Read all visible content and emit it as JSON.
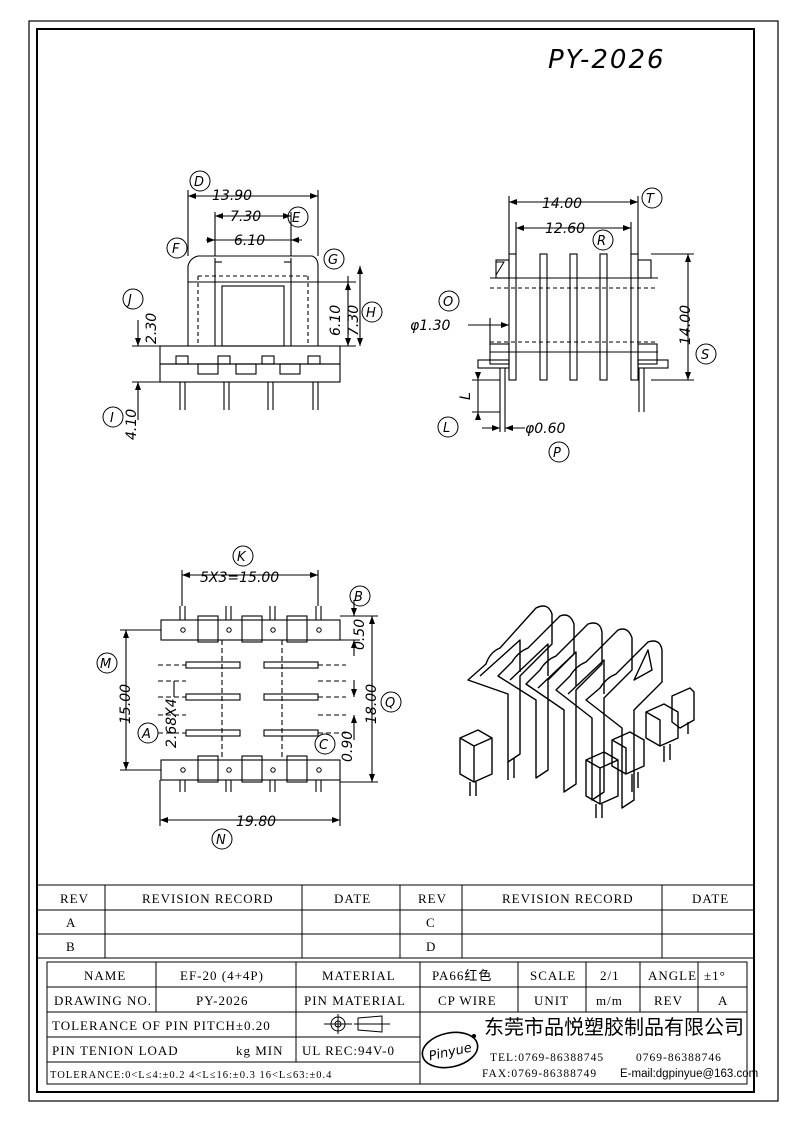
{
  "drawing": {
    "part_number": "PY-2026",
    "top_view": {
      "dim_overall": "13.90",
      "dim_mid": "7.30",
      "dim_inner": "6.10",
      "dim_left_height": "2.30",
      "dim_pin_length": "4.10",
      "dim_right_inner": "6.10",
      "dim_right_outer": "7.30"
    },
    "side_view": {
      "dim_overall": "14.00",
      "dim_inner": "12.60",
      "dim_height": "14.00",
      "dim_hole": "φ1.30",
      "dim_pin_dia": "φ0.60",
      "dim_l": "L"
    },
    "bottom_view": {
      "dim_pitch": "5X3=15.00",
      "dim_slot": "0.50",
      "dim_m": "15.00",
      "dim_a": "2.68X4",
      "dim_c": "0.90",
      "dim_q": "18.00",
      "dim_width": "19.80"
    },
    "callouts": [
      "D",
      "E",
      "F",
      "G",
      "J",
      "H",
      "I",
      "T",
      "R",
      "O",
      "S",
      "L",
      "P",
      "K",
      "B",
      "M",
      "Q",
      "A",
      "C",
      "N"
    ]
  },
  "revision_table": {
    "headers": [
      "REV",
      "REVISION RECORD",
      "DATE",
      "REV",
      "REVISION RECORD",
      "DATE"
    ],
    "rows": [
      [
        "A",
        "",
        "",
        "C",
        "",
        ""
      ],
      [
        "B",
        "",
        "",
        "D",
        "",
        ""
      ]
    ]
  },
  "title_block": {
    "name_label": "NAME",
    "name_value": "EF-20 (4+4P)",
    "material_label": "MATERIAL",
    "material_value": "PA66红色",
    "scale_label": "SCALE",
    "scale_value": "2/1",
    "angle_label": "ANGLE",
    "angle_value": "±1°",
    "drawing_no_label": "DRAWING NO.",
    "drawing_no_value": "PY-2026",
    "pin_material_label": "PIN MATERIAL",
    "pin_material_value": "CP WIRE",
    "unit_label": "UNIT",
    "unit_value": "m/m",
    "rev_label": "REV",
    "rev_value": "A",
    "tolerance_pitch": "TOLERANCE OF PIN PITCH±0.20",
    "pin_tension_label": "PIN TENION LOAD",
    "pin_tension_unit": "kg MIN",
    "ul_rec": "UL REC:94V-0",
    "tolerance_line": "TOLERANCE:0<L≤4:±0.2  4<L≤16:±0.3  16<L≤63:±0.4",
    "company_name": "东莞市品悦塑胶制品有限公司",
    "logo_text": "Pinyue",
    "tel": "TEL:0769-86388745",
    "tel2": "0769-86388746",
    "fax": "FAX:0769-86388749",
    "email": "E-mail:dgpinyue@163.com"
  }
}
